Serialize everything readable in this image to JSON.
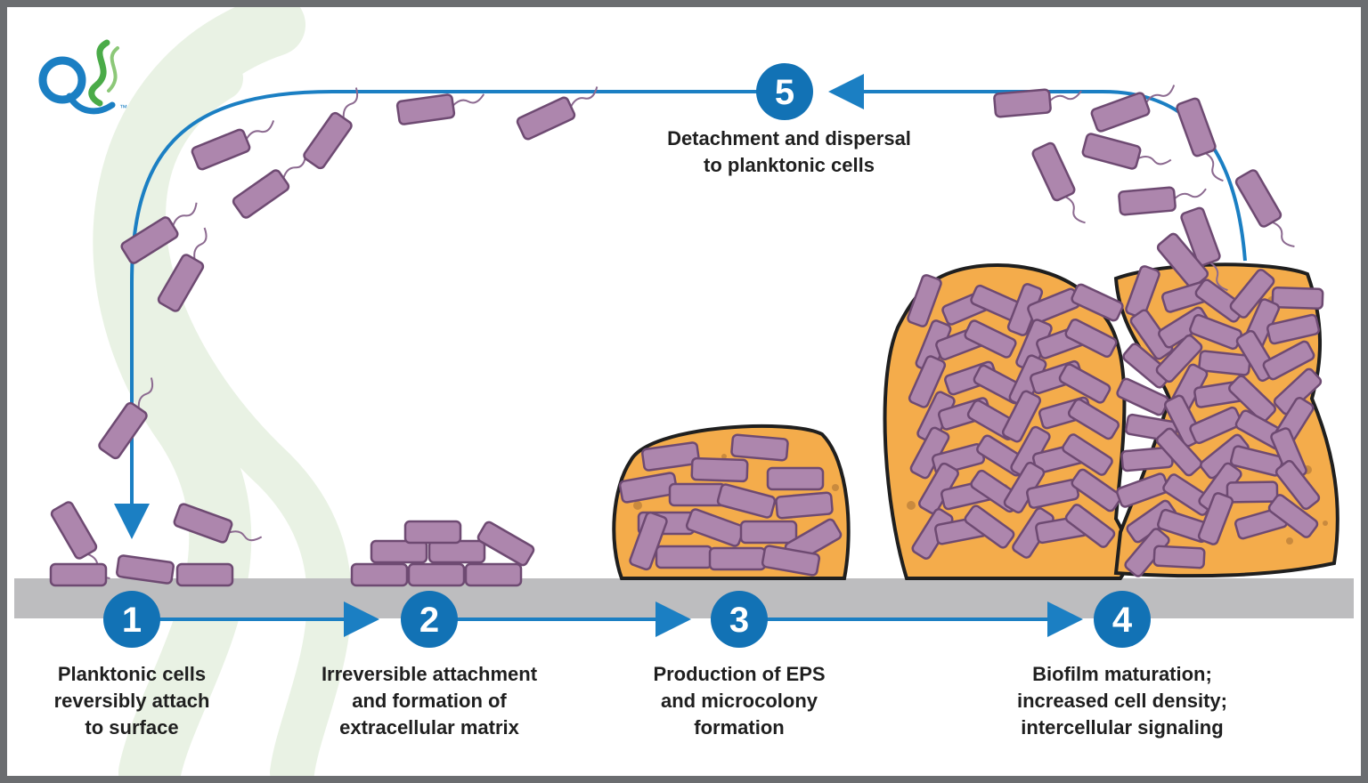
{
  "logo": {
    "text": "QS",
    "trademark": "™"
  },
  "steps": [
    {
      "number": "1",
      "lines": [
        "Planktonic cells",
        "reversibly attach",
        "to surface"
      ]
    },
    {
      "number": "2",
      "lines": [
        "Irreversible attachment",
        "and formation of",
        "extracellular matrix"
      ]
    },
    {
      "number": "3",
      "lines": [
        "Production of EPS",
        "and microcolony",
        "formation"
      ]
    },
    {
      "number": "4",
      "lines": [
        "Biofilm maturation;",
        "increased cell density;",
        "intercellular signaling"
      ]
    },
    {
      "number": "5",
      "lines": [
        "Detachment and dispersal",
        "to planktonic cells"
      ]
    }
  ],
  "colors": {
    "flow_arrow": "#1b7fc3",
    "step_circle": "#1272b5",
    "cell_fill": "#ad86ad",
    "cell_outline": "#6e4a72",
    "eps_matrix": "#f4ac4b",
    "surface": "#bdbdbf",
    "frame": "#6b6d70",
    "logo_blue": "#1b7fc3",
    "logo_green": "#4aab48"
  }
}
